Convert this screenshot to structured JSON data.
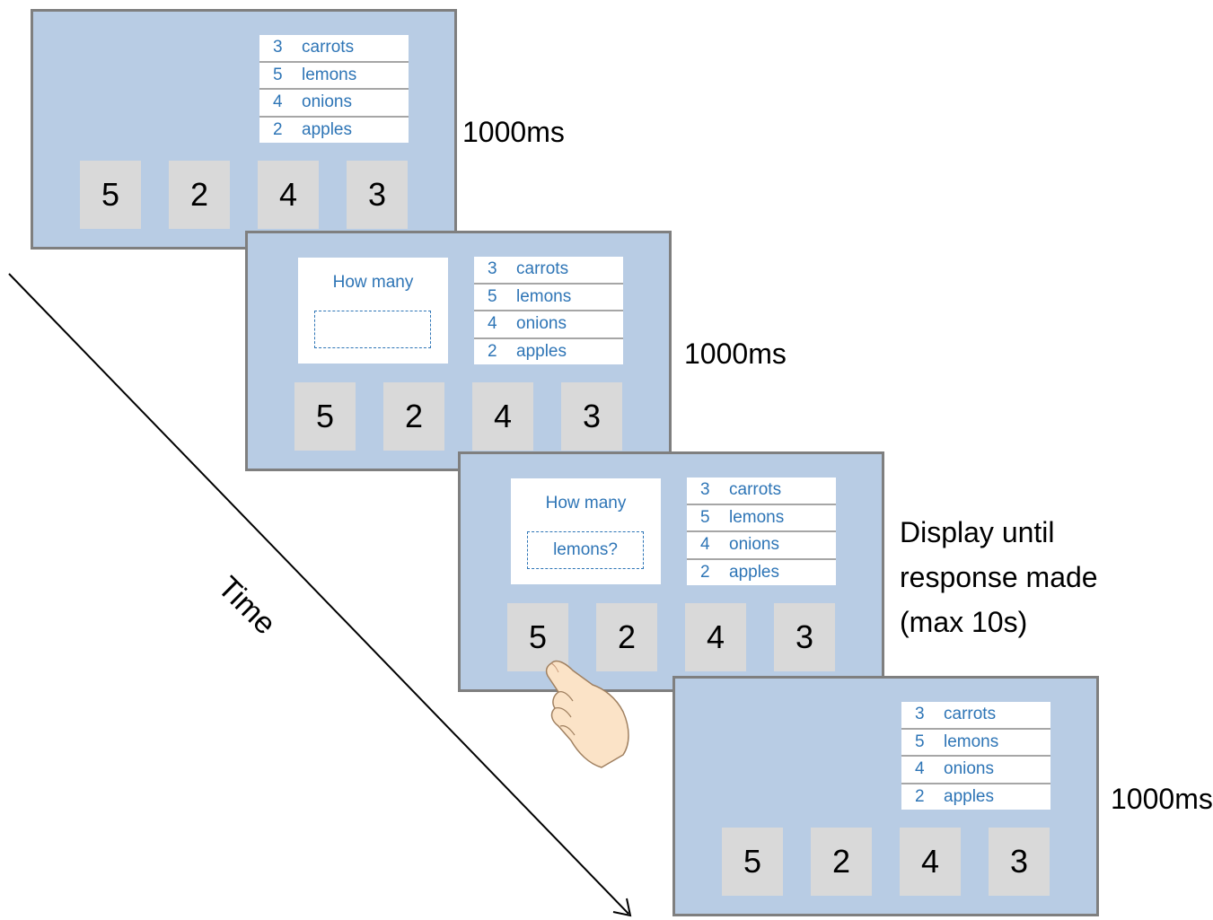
{
  "key_items": [
    {
      "num": "3",
      "name": "carrots"
    },
    {
      "num": "5",
      "name": "lemons"
    },
    {
      "num": "4",
      "name": "onions"
    },
    {
      "num": "2",
      "name": "apples"
    }
  ],
  "tiles": [
    "5",
    "2",
    "4",
    "3"
  ],
  "screens": [
    {
      "caption": "1000ms"
    },
    {
      "caption": "1000ms",
      "question": "How many",
      "answer": ""
    },
    {
      "caption_lines": [
        "Display until",
        "response made",
        "(max 10s)"
      ],
      "question": "How many",
      "answer": "lemons?"
    },
    {
      "caption": "1000ms"
    }
  ],
  "time_label": "Time"
}
